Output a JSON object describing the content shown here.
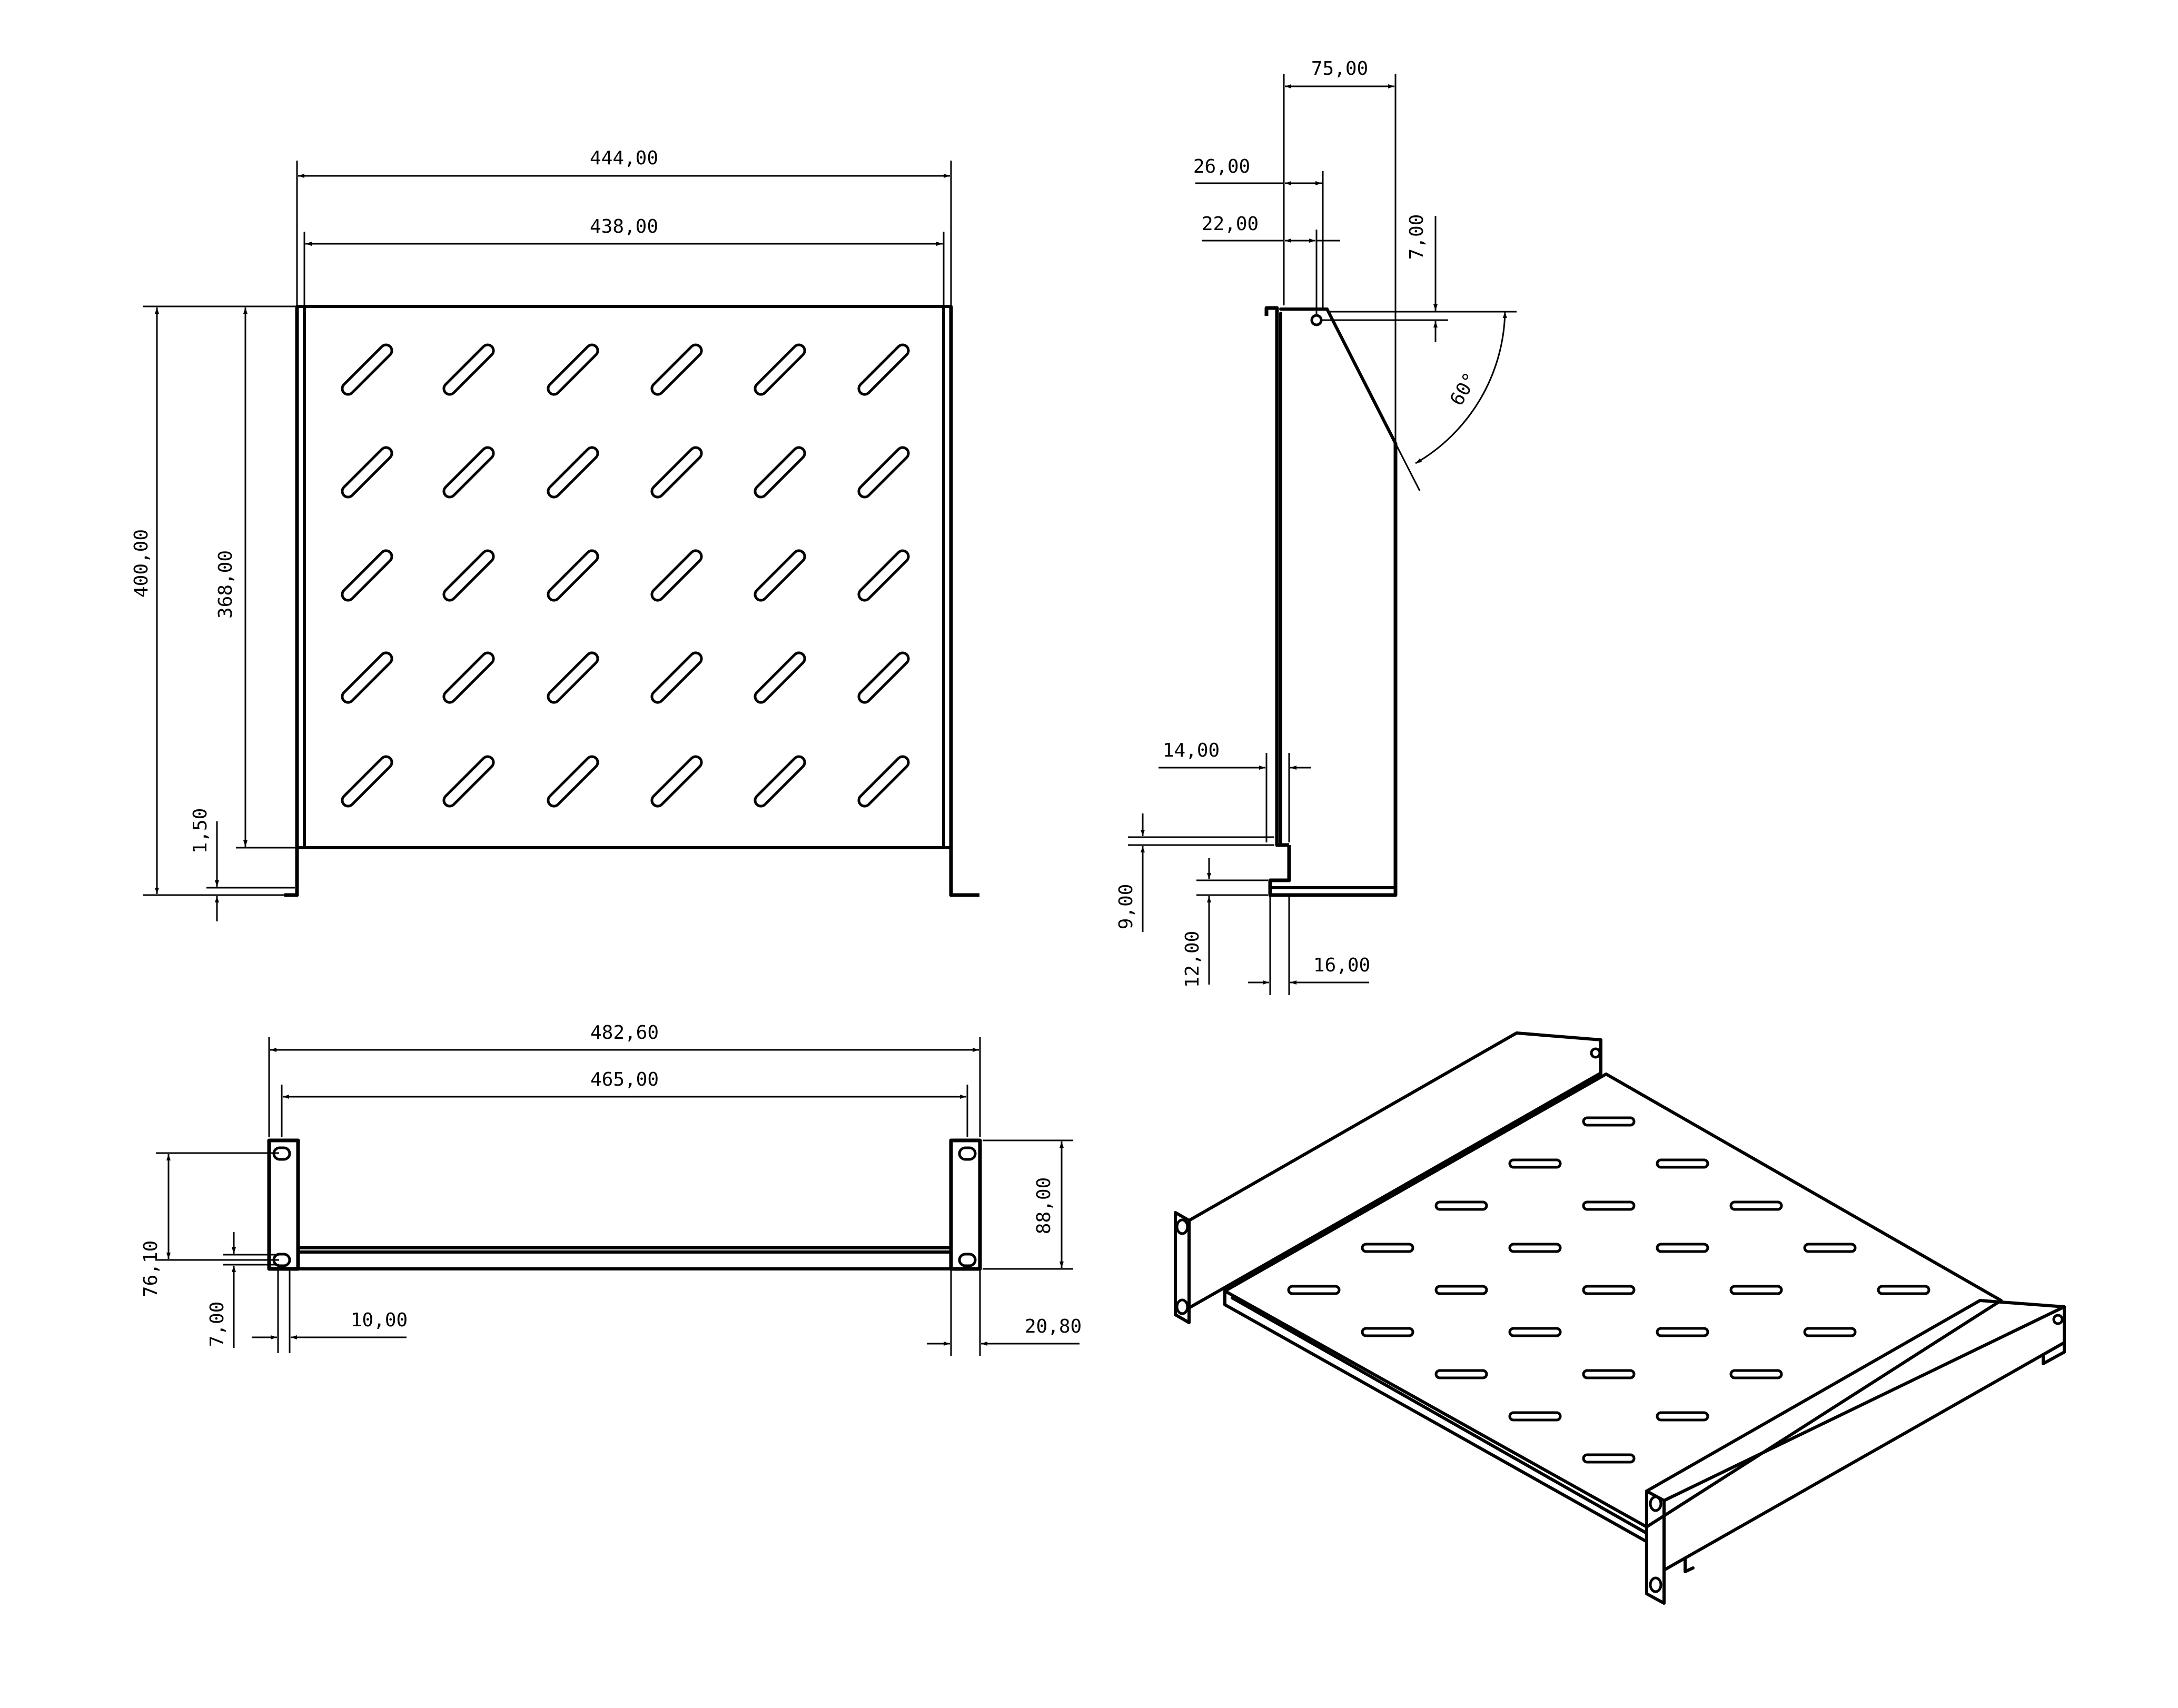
{
  "top_view": {
    "width_outer": "444,00",
    "width_inner": "438,00",
    "depth_total": "400,00",
    "depth_inner": "368,00",
    "thickness": "1,50"
  },
  "side_view": {
    "depth": "75,00",
    "offset_a": "26,00",
    "offset_b": "22,00",
    "hole_offset": "7,00",
    "angle": "60°",
    "lip_width": "14,00",
    "step_a": "9,00",
    "step_b": "12,00",
    "foot_width": "16,00"
  },
  "front_view": {
    "width_overall": "482,60",
    "width_between": "465,00",
    "height_overall": "88,00",
    "hole_spacing": "76,10",
    "hole_edge": "7,00",
    "ear_width": "10,00",
    "ear_offset": "20,80"
  }
}
